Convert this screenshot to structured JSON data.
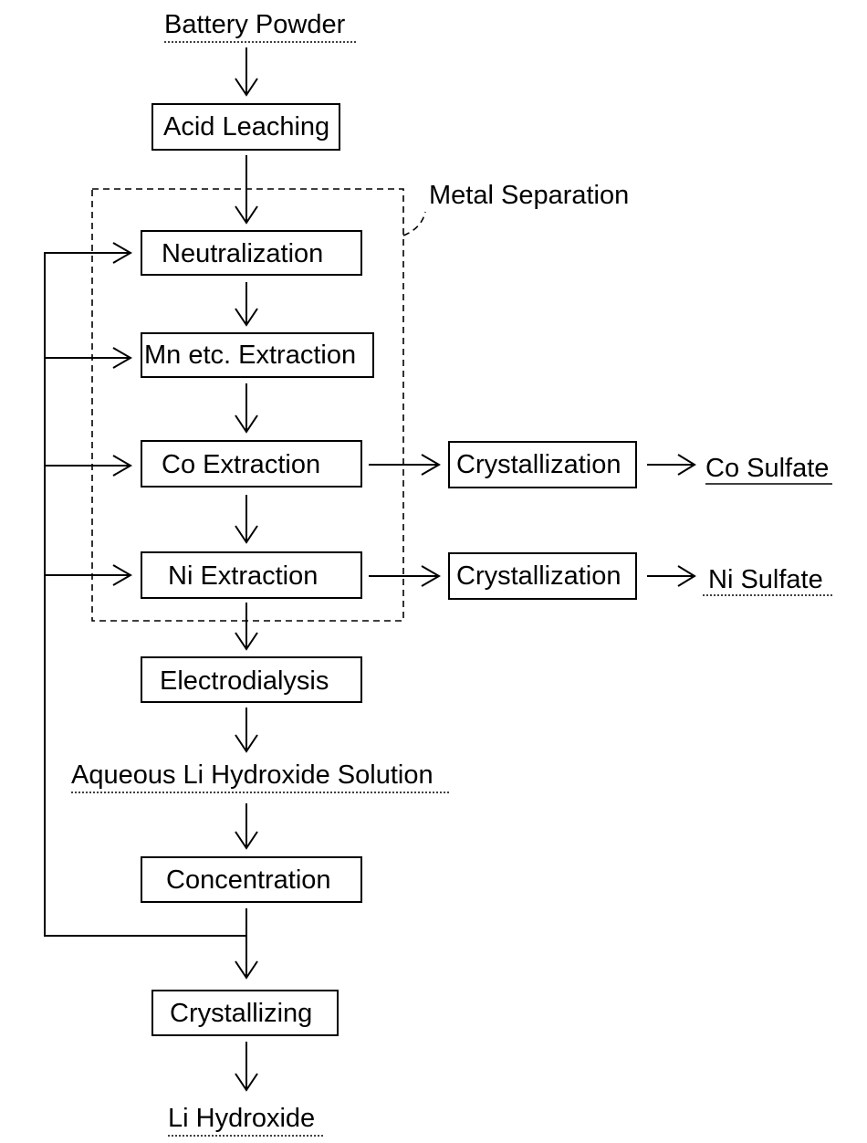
{
  "diagram": {
    "title_label": "Metal Separation",
    "nodes": {
      "battery_powder": "Battery Powder",
      "acid_leaching": "Acid Leaching",
      "neutralization": "Neutralization",
      "mn_extraction": "Mn etc. Extraction",
      "co_extraction": "Co Extraction",
      "ni_extraction": "Ni Extraction",
      "crystallization_co": "Crystallization",
      "crystallization_ni": "Crystallization",
      "co_sulfate": "Co Sulfate",
      "ni_sulfate": "Ni Sulfate",
      "electrodialysis": "Electrodialysis",
      "aqueous_li_hydroxide": "Aqueous Li Hydroxide Solution",
      "concentration": "Concentration",
      "crystallizing": "Crystallizing",
      "li_hydroxide": "Li Hydroxide"
    },
    "colors": {
      "stroke": "#000000",
      "background": "#ffffff"
    }
  }
}
